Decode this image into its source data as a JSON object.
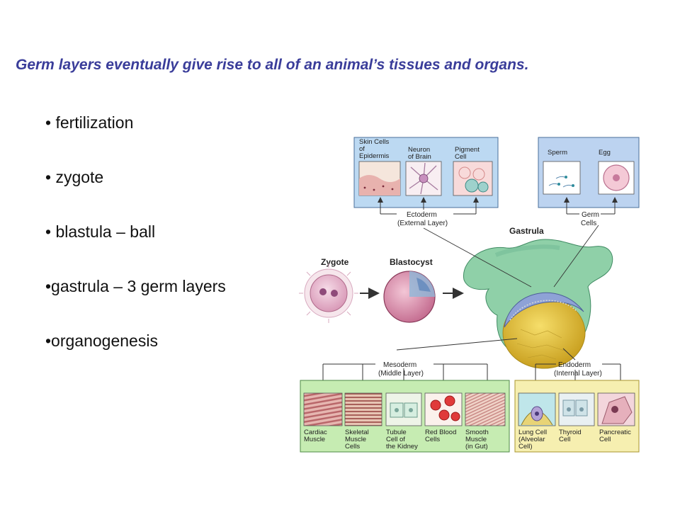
{
  "headline": "Germ layers eventually give rise to all of an animal’s tissues and organs.",
  "bullets": [
    "• fertilization",
    "• zygote",
    "• blastula – ball",
    "•gastrula – 3 germ layers",
    "•organogenesis"
  ],
  "diagram": {
    "zygote": "Zygote",
    "blastocyst": "Blastocyst",
    "gastrula": "Gastrula",
    "ectoderm": [
      "Ectoderm",
      "(External Layer)"
    ],
    "mesoderm": [
      "Mesoderm",
      "(Middle Layer)"
    ],
    "endoderm": [
      "Endoderm",
      "(Internal Layer)"
    ],
    "germ_cells": [
      "Germ",
      "Cells"
    ],
    "ectoderm_cells": [
      {
        "lines": [
          "Skin Cells",
          "of",
          "Epidermis"
        ]
      },
      {
        "lines": [
          "Neuron",
          "of Brain"
        ]
      },
      {
        "lines": [
          "Pigment",
          "Cell"
        ]
      }
    ],
    "germ_cell_types": [
      {
        "lines": [
          "Sperm"
        ]
      },
      {
        "lines": [
          "Egg"
        ]
      }
    ],
    "mesoderm_cells": [
      {
        "lines": [
          "Cardiac",
          "Muscle"
        ]
      },
      {
        "lines": [
          "Skeletal",
          "Muscle",
          "Cells"
        ]
      },
      {
        "lines": [
          "Tubule",
          "Cell of",
          "the Kidney"
        ]
      },
      {
        "lines": [
          "Red Blood",
          "Cells"
        ]
      },
      {
        "lines": [
          "Smooth",
          "Muscle",
          "(in Gut)"
        ]
      }
    ],
    "endoderm_cells": [
      {
        "lines": [
          "Lung Cell",
          "(Alveolar",
          "Cell)"
        ]
      },
      {
        "lines": [
          "Thyroid",
          "Cell"
        ]
      },
      {
        "lines": [
          "Pancreatic",
          "Cell"
        ]
      }
    ],
    "colors": {
      "ectoderm_bg": "#bcd9f2",
      "germ_bg": "#bcd3f0",
      "mesoderm_bg": "#c6ecb2",
      "endoderm_bg": "#f6efb0",
      "gastrula_green": "#8fd0a8",
      "yolk": "#e8c33a",
      "headline": "#3a3d9a"
    }
  }
}
